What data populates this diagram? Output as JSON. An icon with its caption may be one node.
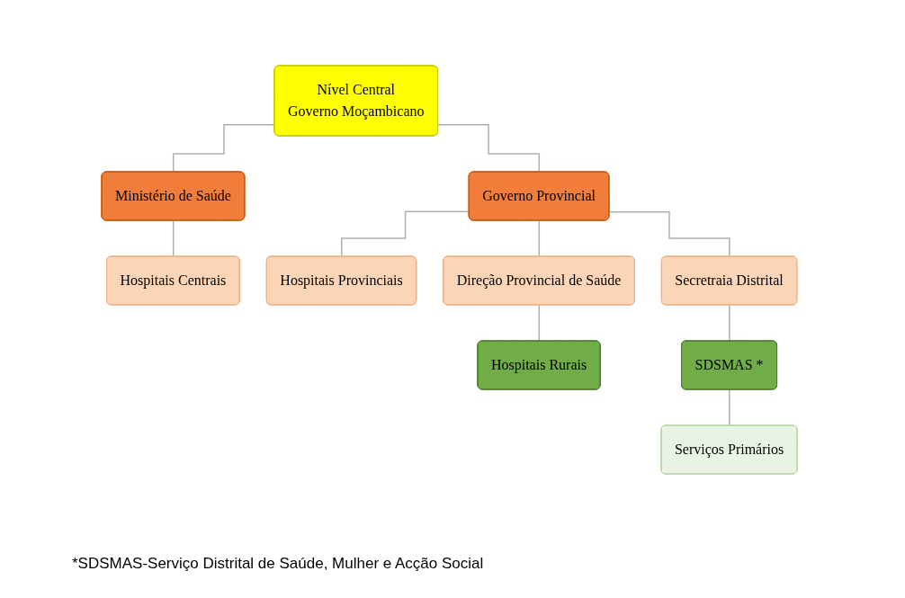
{
  "diagram": {
    "nodes": [
      {
        "text": [
          "Nível Central",
          "Governo Moçambicano"
        ]
      },
      {
        "text": [
          "Ministério de Saúde"
        ]
      },
      {
        "text": [
          "Governo Provincial"
        ]
      },
      {
        "text": [
          "Hospitais Centrais"
        ]
      },
      {
        "text": [
          "Hospitais Provinciais"
        ]
      },
      {
        "text": [
          "Direção Provincial de Saúde"
        ]
      },
      {
        "text": [
          "Secretraia Distrital"
        ]
      },
      {
        "text": [
          "Hospitais Rurais"
        ]
      },
      {
        "text": [
          "SDSMAS *"
        ]
      },
      {
        "text": [
          "Serviços Primários"
        ]
      }
    ],
    "edges": [
      {
        "from": 0,
        "to": 1,
        "arrow": "none"
      },
      {
        "from": 0,
        "to": 2,
        "arrow": "none"
      },
      {
        "from": 1,
        "to": 3,
        "arrow": "none"
      },
      {
        "from": 2,
        "to": 4,
        "arrow": "none"
      },
      {
        "from": 2,
        "to": 5,
        "arrow": "none"
      },
      {
        "from": 2,
        "to": 6,
        "arrow": "none"
      },
      {
        "from": 5,
        "to": 7,
        "arrow": "none"
      },
      {
        "from": 6,
        "to": 8,
        "arrow": "none"
      },
      {
        "from": 8,
        "to": 9,
        "arrow": "none"
      }
    ],
    "labels": [
      "*SDSMAS-Serviço Distrital de Saúde, Mulher e Acção Social"
    ]
  }
}
